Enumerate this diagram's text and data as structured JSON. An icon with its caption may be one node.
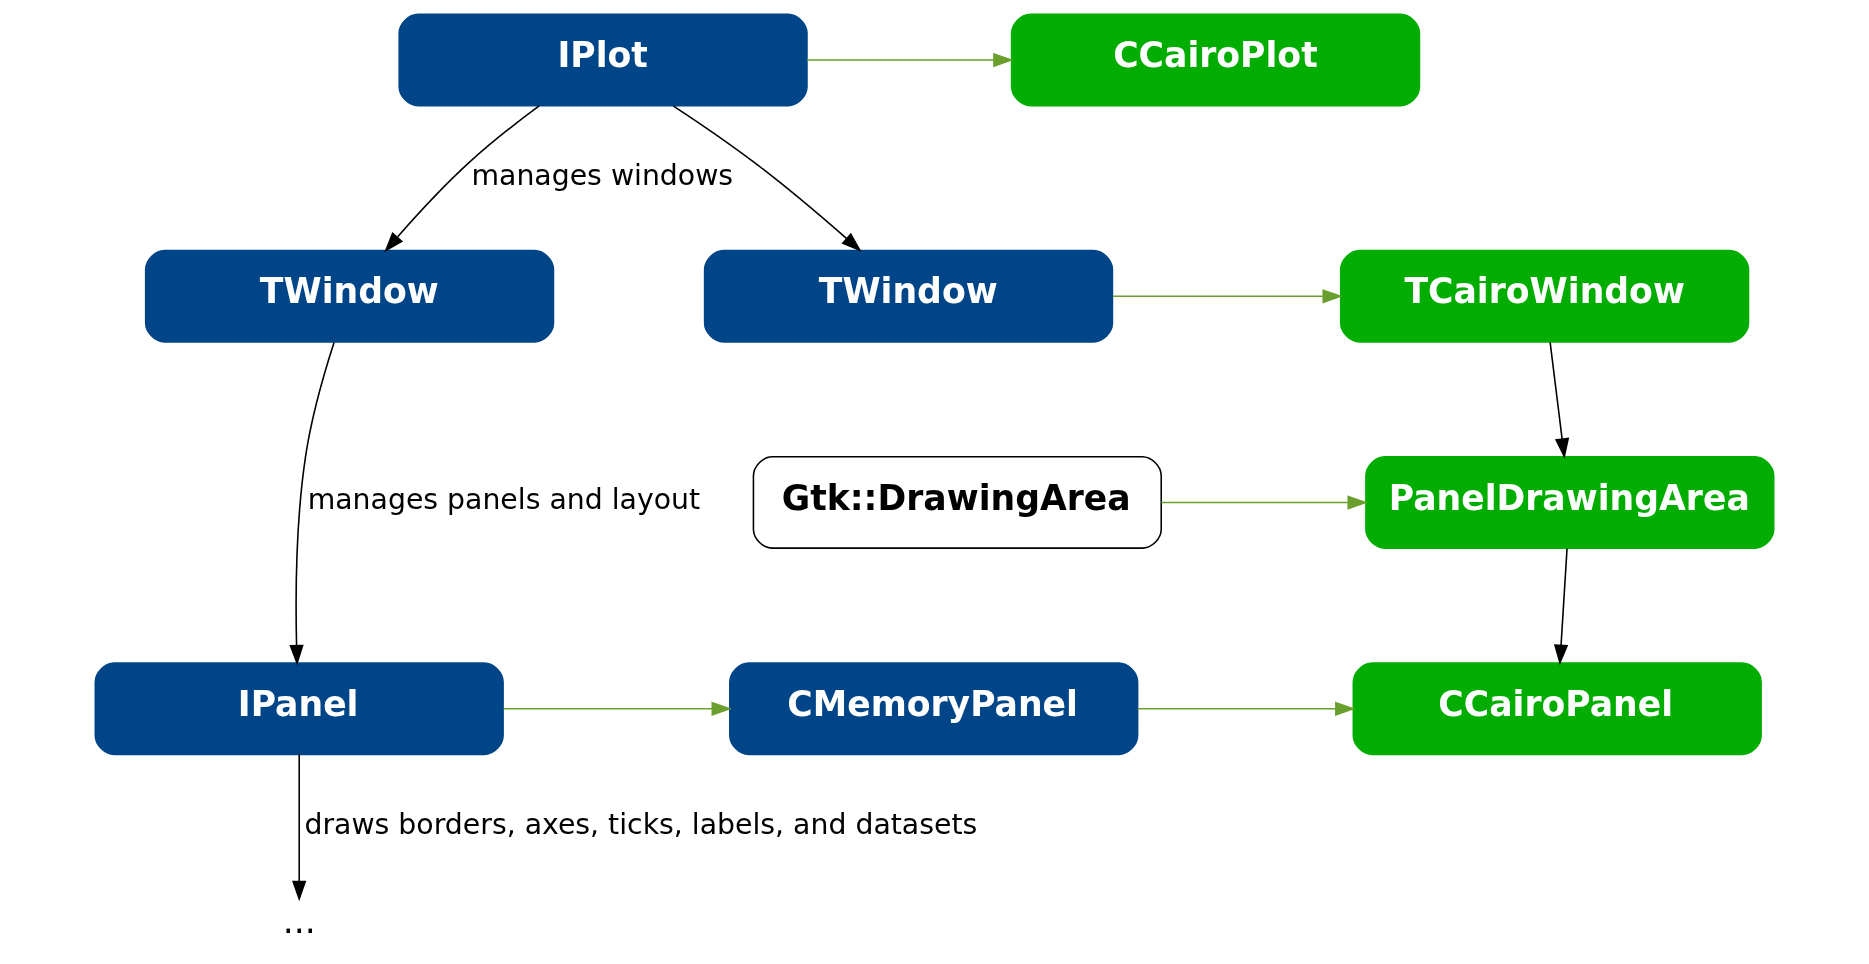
{
  "diagram": {
    "nodes": [
      {
        "text": [
          "IPlot"
        ]
      },
      {
        "text": [
          "CCairoPlot"
        ]
      },
      {
        "text": [
          "TWindow"
        ]
      },
      {
        "text": [
          "TWindow"
        ]
      },
      {
        "text": [
          "TCairoWindow"
        ]
      },
      {
        "text": [
          "Gtk::DrawingArea"
        ]
      },
      {
        "text": [
          "PanelDrawingArea"
        ]
      },
      {
        "text": [
          "IPanel"
        ]
      },
      {
        "text": [
          "CMemoryPanel"
        ]
      },
      {
        "text": [
          "CCairoPanel"
        ]
      },
      {
        "text": [
          "..."
        ]
      }
    ],
    "edges": [
      {
        "from": 0,
        "to": 1,
        "arrow": "to",
        "color": "#6a9f2e"
      },
      {
        "from": 0,
        "to": 2,
        "arrow": "to",
        "label": "manages windows"
      },
      {
        "from": 0,
        "to": 3,
        "arrow": "to"
      },
      {
        "from": 3,
        "to": 4,
        "arrow": "to",
        "color": "#6a9f2e"
      },
      {
        "from": 2,
        "to": 7,
        "arrow": "to",
        "label": "manages panels and layout"
      },
      {
        "from": 4,
        "to": 6,
        "arrow": "to"
      },
      {
        "from": 5,
        "to": 6,
        "arrow": "to",
        "color": "#6a9f2e"
      },
      {
        "from": 6,
        "to": 9,
        "arrow": "to"
      },
      {
        "from": 7,
        "to": 8,
        "arrow": "to",
        "color": "#6a9f2e"
      },
      {
        "from": 8,
        "to": 9,
        "arrow": "to",
        "color": "#6a9f2e"
      },
      {
        "from": 7,
        "to": 10,
        "arrow": "to",
        "label": "draws borders, axes, ticks, labels, and datasets"
      }
    ]
  }
}
